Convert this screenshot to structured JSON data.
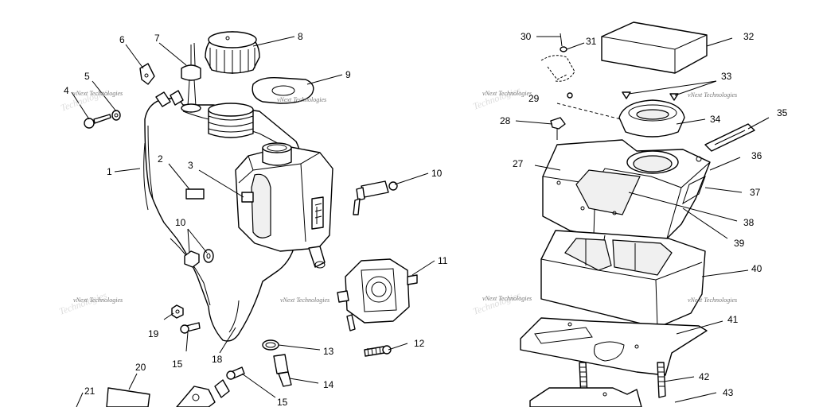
{
  "watermark": "vNext Technologies",
  "watermark_big": "Technologies",
  "callouts": {
    "c1": "1",
    "c2": "2",
    "c3": "3",
    "c4": "4",
    "c5": "5",
    "c6": "6",
    "c7": "7",
    "c8": "8",
    "c9": "9",
    "c10a": "10",
    "c10b": "10",
    "c11": "11",
    "c12": "12",
    "c13": "13",
    "c14": "14",
    "c15a": "15",
    "c15b": "15",
    "c18": "18",
    "c19": "19",
    "c20": "20",
    "c21": "21",
    "c27": "27",
    "c28": "28",
    "c29": "29",
    "c30": "30",
    "c31": "31",
    "c32": "32",
    "c33": "33",
    "c34": "34",
    "c35": "35",
    "c36": "36",
    "c37": "37",
    "c38": "38",
    "c39": "39",
    "c40": "40",
    "c41": "41",
    "c42": "42",
    "c43": "43"
  }
}
